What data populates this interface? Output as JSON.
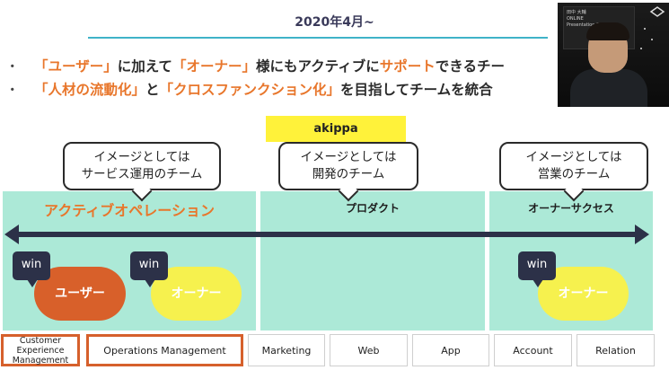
{
  "slide": {
    "title": "2020年4月~",
    "bullets": [
      {
        "marker": "・",
        "parts": [
          "「ユーザー」",
          "に加えて",
          "「オーナー」",
          "様にもアクティブに",
          "サポート",
          "できるチー"
        ]
      },
      {
        "marker": "・",
        "parts": [
          "「人材の流動化」",
          "と",
          "「クロスファンクション化」",
          "を目指してチームを統合"
        ]
      }
    ]
  },
  "video_tile": {
    "screen_lines": [
      "田中 大輔",
      "ONLINE",
      "Presentation  Speaker ▾"
    ]
  },
  "org": {
    "label": "akippa",
    "teams": [
      {
        "name": "アクティブオペレーション"
      },
      {
        "name": "プロダクト"
      },
      {
        "name": "オーナーサクセス"
      }
    ],
    "callouts": [
      {
        "line1": "イメージとしては",
        "line2": "サービス運用のチーム"
      },
      {
        "line1": "イメージとしては",
        "line2": "開発のチーム"
      },
      {
        "line1": "イメージとしては",
        "line2": "営業のチーム"
      }
    ],
    "win_label": "win",
    "personas": [
      "ユーザー",
      "オーナー",
      "オーナー"
    ],
    "functions": [
      {
        "label": "Customer Experience Management",
        "highlighted": true
      },
      {
        "label": "Operations Management",
        "highlighted": true
      },
      {
        "label": "Marketing",
        "highlighted": false
      },
      {
        "label": "Web",
        "highlighted": false
      },
      {
        "label": "App",
        "highlighted": false
      },
      {
        "label": "Account",
        "highlighted": false
      },
      {
        "label": "Relation",
        "highlighted": false
      }
    ]
  },
  "colors": {
    "team_bg": "#ace9d7",
    "accent_orange": "#e8762b",
    "user_pill": "#d8602a",
    "owner_pill": "#f6f14e",
    "akippa_label": "#fff23a",
    "win_tag": "#2c3148",
    "arrow": "#2c3148",
    "title_rule": "#3fb3c8"
  }
}
